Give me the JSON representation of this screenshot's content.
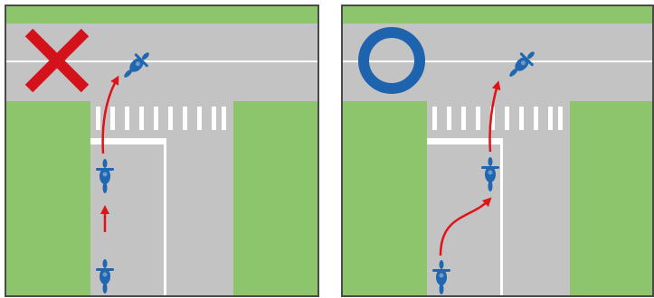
{
  "panels": [
    {
      "id": "incorrect",
      "verdict": "incorrect",
      "mark_icon": "red-x-icon"
    },
    {
      "id": "correct",
      "verdict": "correct",
      "mark_icon": "blue-circle-icon"
    }
  ],
  "colors": {
    "road": "#c3c3c3",
    "grass": "#8dc56c",
    "line": "#ffffff",
    "border": "#4a4a4a",
    "arrow": "#e0121a",
    "wrong_mark": "#d3121c",
    "right_mark": "#1d63ad",
    "vehicle": "#2166b0"
  },
  "icons": {
    "vehicle": "motorcycle-icon",
    "path": "path-arrow-icon"
  }
}
